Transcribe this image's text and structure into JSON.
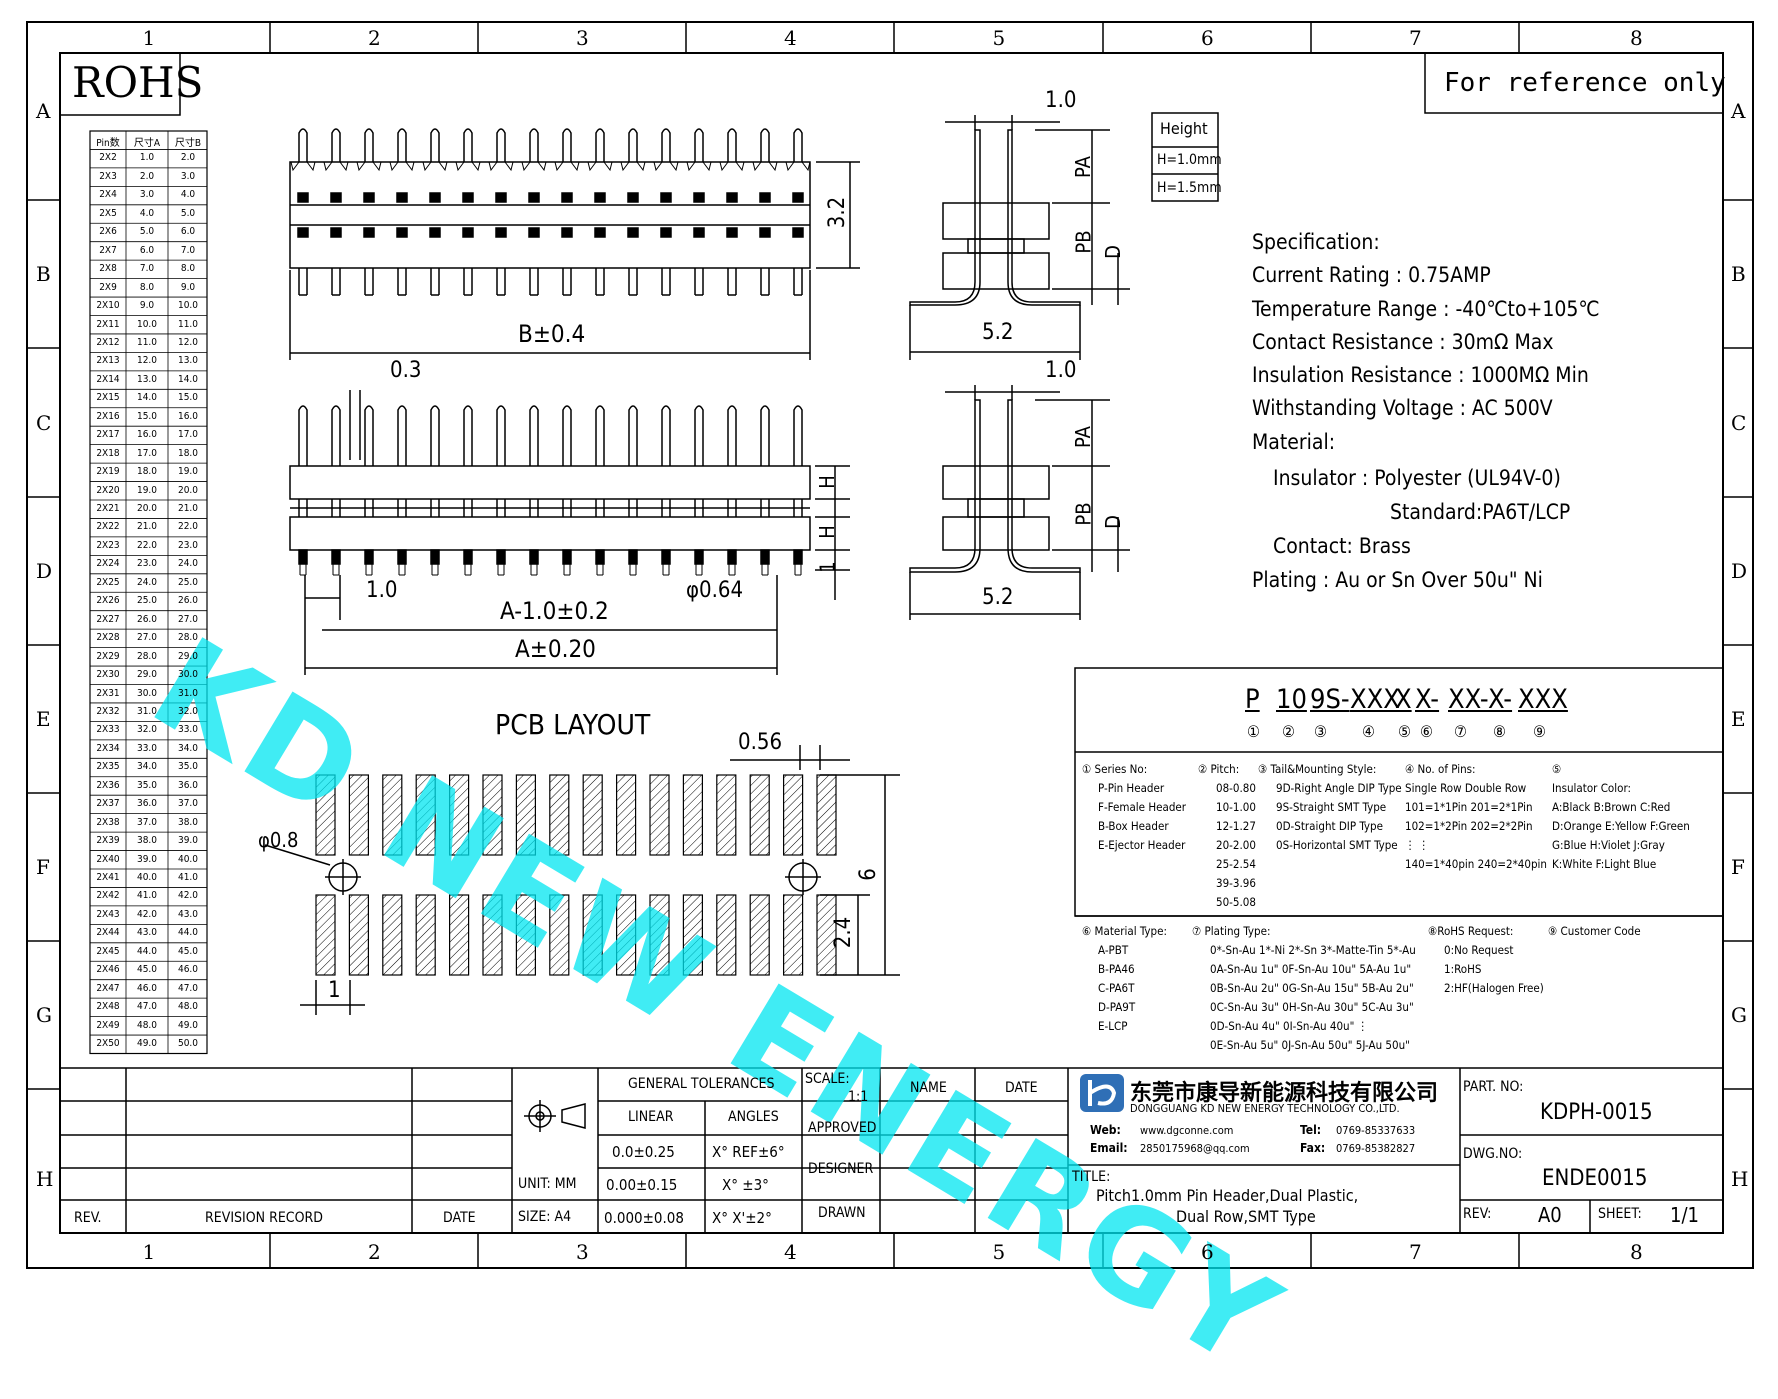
{
  "frame": {
    "columns": [
      "1",
      "2",
      "3",
      "4",
      "5",
      "6",
      "7",
      "8"
    ],
    "rows": [
      "A",
      "B",
      "C",
      "D",
      "E",
      "F",
      "G",
      "H"
    ]
  },
  "rohs": "ROHS",
  "reference_note": "For reference only",
  "pin_table": {
    "headers": [
      "Pin数",
      "尺寸A",
      "尺寸B"
    ],
    "rows": [
      [
        "2X2",
        "1.0",
        "2.0"
      ],
      [
        "2X3",
        "2.0",
        "3.0"
      ],
      [
        "2X4",
        "3.0",
        "4.0"
      ],
      [
        "2X5",
        "4.0",
        "5.0"
      ],
      [
        "2X6",
        "5.0",
        "6.0"
      ],
      [
        "2X7",
        "6.0",
        "7.0"
      ],
      [
        "2X8",
        "7.0",
        "8.0"
      ],
      [
        "2X9",
        "8.0",
        "9.0"
      ],
      [
        "2X10",
        "9.0",
        "10.0"
      ],
      [
        "2X11",
        "10.0",
        "11.0"
      ],
      [
        "2X12",
        "11.0",
        "12.0"
      ],
      [
        "2X13",
        "12.0",
        "13.0"
      ],
      [
        "2X14",
        "13.0",
        "14.0"
      ],
      [
        "2X15",
        "14.0",
        "15.0"
      ],
      [
        "2X16",
        "15.0",
        "16.0"
      ],
      [
        "2X17",
        "16.0",
        "17.0"
      ],
      [
        "2X18",
        "17.0",
        "18.0"
      ],
      [
        "2X19",
        "18.0",
        "19.0"
      ],
      [
        "2X20",
        "19.0",
        "20.0"
      ],
      [
        "2X21",
        "20.0",
        "21.0"
      ],
      [
        "2X22",
        "21.0",
        "22.0"
      ],
      [
        "2X23",
        "22.0",
        "23.0"
      ],
      [
        "2X24",
        "23.0",
        "24.0"
      ],
      [
        "2X25",
        "24.0",
        "25.0"
      ],
      [
        "2X26",
        "25.0",
        "26.0"
      ],
      [
        "2X27",
        "26.0",
        "27.0"
      ],
      [
        "2X28",
        "27.0",
        "28.0"
      ],
      [
        "2X29",
        "28.0",
        "29.0"
      ],
      [
        "2X30",
        "29.0",
        "30.0"
      ],
      [
        "2X31",
        "30.0",
        "31.0"
      ],
      [
        "2X32",
        "31.0",
        "32.0"
      ],
      [
        "2X33",
        "32.0",
        "33.0"
      ],
      [
        "2X34",
        "33.0",
        "34.0"
      ],
      [
        "2X35",
        "34.0",
        "35.0"
      ],
      [
        "2X36",
        "35.0",
        "36.0"
      ],
      [
        "2X37",
        "36.0",
        "37.0"
      ],
      [
        "2X38",
        "37.0",
        "38.0"
      ],
      [
        "2X39",
        "38.0",
        "39.0"
      ],
      [
        "2X40",
        "39.0",
        "40.0"
      ],
      [
        "2X41",
        "40.0",
        "41.0"
      ],
      [
        "2X42",
        "41.0",
        "42.0"
      ],
      [
        "2X43",
        "42.0",
        "43.0"
      ],
      [
        "2X44",
        "43.0",
        "44.0"
      ],
      [
        "2X45",
        "44.0",
        "45.0"
      ],
      [
        "2X46",
        "45.0",
        "46.0"
      ],
      [
        "2X47",
        "46.0",
        "47.0"
      ],
      [
        "2X48",
        "47.0",
        "48.0"
      ],
      [
        "2X49",
        "48.0",
        "49.0"
      ],
      [
        "2X50",
        "49.0",
        "50.0"
      ]
    ]
  },
  "dims": {
    "d32": "3.2",
    "b04": "B±0.4",
    "d03": "0.3",
    "d10a": "1.0",
    "a10": "A-1.0±0.2",
    "a020": "A±0.20",
    "phi064": "φ0.64",
    "d1": "1",
    "h": "H",
    "top10": "1.0",
    "side52": "5.2",
    "side10b": "1.0",
    "side52b": "5.2",
    "pa": "PA",
    "pb": "PB",
    "d": "D"
  },
  "height_table": {
    "title": "Height",
    "rows": [
      "H=1.0mm",
      "H=1.5mm"
    ]
  },
  "spec": {
    "lines": [
      "Specification:",
      "Current Rating : 0.75AMP",
      "Temperature Range : -40℃to+105℃",
      "Contact Resistance : 30mΩ Max",
      "Insulation Resistance : 1000MΩ Min",
      "Withstanding Voltage : AC 500V",
      "Material:",
      "Insulator : Polyester (UL94V-0)",
      "Standard:PA6T/LCP",
      "Contact: Brass",
      "Plating : Au or Sn Over 50u\" Ni"
    ]
  },
  "pcb": {
    "title": "PCB  LAYOUT",
    "d056": "0.56",
    "phi08": "φ0.8",
    "d6": "6",
    "d24": "2.4",
    "d1": "1"
  },
  "part_code": {
    "code": [
      "P",
      "10",
      "9S-",
      "XXX",
      "X",
      "X-",
      "XX-",
      "X-",
      "XXX"
    ],
    "markers": [
      "①",
      "②",
      "③",
      "④",
      "⑤",
      "⑥",
      "⑦",
      "⑧",
      "⑨"
    ],
    "legend_upper": [
      [
        "① Series No:",
        "P-Pin Header",
        "F-Female Header",
        "B-Box Header",
        "E-Ejector Header"
      ],
      [
        "② Pitch:",
        "08-0.80",
        "10-1.00",
        "12-1.27",
        "20-2.00",
        "25-2.54",
        "39-3.96",
        "50-5.08"
      ],
      [
        "③ Tail&Mounting Style:",
        "9D-Right Angle DIP Type",
        "9S-Straight SMT Type",
        "0D-Straight DIP Type",
        "0S-Horizontal SMT Type"
      ],
      [
        "④ No. of Pins:",
        "Single Row   Double Row",
        "101=1*1Pin   201=2*1Pin",
        "102=1*2Pin   202=2*2Pin",
        "  ⋮             ⋮",
        "140=1*40pin  240=2*40pin"
      ],
      [
        "⑤",
        "Insulator Color:",
        "A:Black  B:Brown  C:Red",
        "D:Orange E:Yellow F:Green",
        "G:Blue   H:Violet J:Gray",
        "K:White  F:Light Blue"
      ]
    ],
    "legend_lower": [
      [
        "⑥ Material Type:",
        "A-PBT",
        "B-PA46",
        "C-PA6T",
        "D-PA9T",
        "E-LCP"
      ],
      [
        "⑦ Plating Type:",
        "0*-Sn-Au 1*-Ni 2*-Sn 3*-Matte-Tin 5*-Au",
        "0A-Sn-Au 1u\" 0F-Sn-Au 10u\"  5A-Au 1u\"",
        "0B-Sn-Au 2u\" 0G-Sn-Au 15u\"  5B-Au 2u\"",
        "0C-Sn-Au 3u\" 0H-Sn-Au 30u\"  5C-Au 3u\"",
        "0D-Sn-Au 4u\" 0I-Sn-Au 40u\"     ⋮",
        "0E-Sn-Au 5u\" 0J-Sn-Au 50u\"  5J-Au 50u\""
      ],
      [
        "⑧RoHS Request:",
        "0:No Request",
        "1:RoHS",
        "2:HF(Halogen Free)"
      ],
      [
        "⑨ Customer Code"
      ]
    ]
  },
  "title_block": {
    "tolerances": "GENERAL TOLERANCES",
    "linear": "LINEAR",
    "angles": "ANGLES",
    "lin": [
      "0.0±0.25",
      "0.00±0.15",
      "0.000±0.08"
    ],
    "ang": [
      "X° REF±6°",
      "X° ±3°",
      "X° X'±2°"
    ],
    "unit": "UNIT: MM",
    "size": "SIZE: A4",
    "scale_label": "SCALE:",
    "scale": "1:1",
    "name": "NAME",
    "date": "DATE",
    "approved": "APPROVED",
    "designer": "DESIGNER",
    "drawn": "DRAWN",
    "rev": "REV.",
    "revision_record": "REVISION RECORD",
    "rev_date": "DATE",
    "company_cn": "东莞市康导新能源科技有限公司",
    "company_en": "DONGGUANG KD NEW ENERGY TECHNOLOGY CO.,LTD.",
    "web_label": "Web:",
    "web": "www.dgconne.com",
    "email_label": "Email:",
    "email": "2850175968@qq.com",
    "tel_label": "Tel:",
    "tel": "0769-85337633",
    "fax_label": "Fax:",
    "fax": "0769-85382827",
    "title_label": "TITLE:",
    "title_1": "Pitch1.0mm Pin Header,Dual Plastic,",
    "title_2": "Dual Row,SMT Type",
    "part_no_label": "PART. NO:",
    "part_no": "KDPH-0015",
    "dwg_no_label": "DWG.NO:",
    "dwg_no": "ENDE0015",
    "rev_label": "REV:",
    "rev_value": "A0",
    "sheet_label": "SHEET:",
    "sheet": "1/1"
  },
  "watermark": "KD NEW ENERGY",
  "colors": {
    "watermark": "#00E6F0",
    "line": "#000000",
    "logo": "#2F6FB6"
  }
}
